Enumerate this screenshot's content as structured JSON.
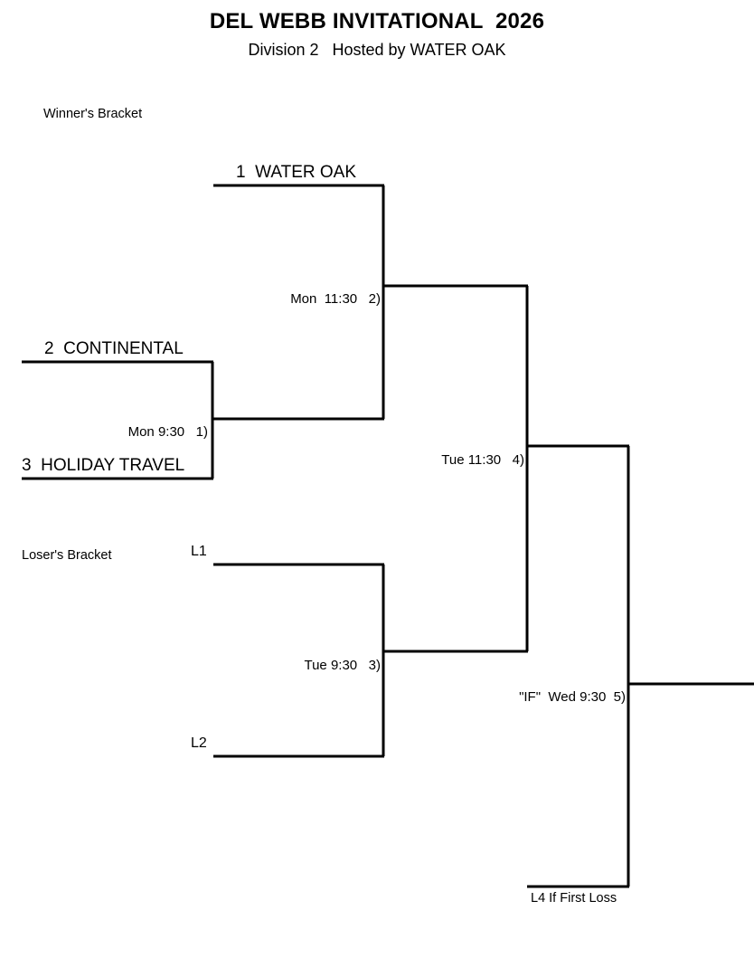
{
  "header": {
    "title": "DEL WEBB INVITATIONAL  2026",
    "subtitle": "Division 2   Hosted by WATER OAK"
  },
  "sections": {
    "winners_label": "Winner's Bracket",
    "losers_label": "Loser's Bracket"
  },
  "winners_bracket": {
    "slots": [
      {
        "name": "seed-1",
        "text": "1  WATER OAK"
      },
      {
        "name": "seed-2",
        "text": "2  CONTINENTAL"
      },
      {
        "name": "seed-3",
        "text": "3  HOLIDAY TRAVEL"
      }
    ],
    "games": [
      {
        "name": "game-1",
        "time": "Mon 9:30",
        "number": "1)"
      },
      {
        "name": "game-2",
        "time": "Mon  11:30",
        "number": "2)"
      },
      {
        "name": "game-4",
        "time": "Tue 11:30",
        "number": "4)"
      }
    ]
  },
  "losers_bracket": {
    "slots": [
      {
        "name": "slot-l1",
        "text": "L1"
      },
      {
        "name": "slot-l2",
        "text": "L2"
      }
    ],
    "games": [
      {
        "name": "game-3",
        "time": "Tue 9:30",
        "number": "3)"
      }
    ]
  },
  "final": {
    "game": {
      "name": "game-5",
      "label": "\"IF\"  Wed 9:30",
      "number": "5)"
    },
    "footer_slot": "L4 If First Loss"
  },
  "style": {
    "line_color": "#000000",
    "text_color": "#000000",
    "background": "#ffffff"
  },
  "chart_data": {
    "type": "bracket",
    "title": "DEL WEBB INVITATIONAL  2026",
    "subtitle": "Division 2   Hosted by WATER OAK",
    "format": "double-elimination",
    "entrants": [
      {
        "seed": 1,
        "team": "WATER OAK"
      },
      {
        "seed": 2,
        "team": "CONTINENTAL"
      },
      {
        "seed": 3,
        "team": "HOLIDAY TRAVEL"
      }
    ],
    "games": [
      {
        "number": 1,
        "bracket": "winners",
        "day": "Mon",
        "time": "9:30",
        "participants": [
          "2  CONTINENTAL",
          "3  HOLIDAY TRAVEL"
        ],
        "feeds": 2
      },
      {
        "number": 2,
        "bracket": "winners",
        "day": "Mon",
        "time": "11:30",
        "participants": [
          "1  WATER OAK",
          "Winner of 1"
        ],
        "feeds": 4
      },
      {
        "number": 3,
        "bracket": "losers",
        "day": "Tue",
        "time": "9:30",
        "participants": [
          "L1",
          "L2"
        ],
        "feeds": 4
      },
      {
        "number": 4,
        "bracket": "winners",
        "day": "Tue",
        "time": "11:30",
        "participants": [
          "Winner of 2",
          "Winner of 3"
        ],
        "feeds": 5
      },
      {
        "number": 5,
        "bracket": "final",
        "day": "Wed",
        "time": "9:30",
        "participants": [
          "Winner of 4",
          "L4 If First Loss"
        ],
        "conditional": "\"IF\""
      }
    ]
  }
}
